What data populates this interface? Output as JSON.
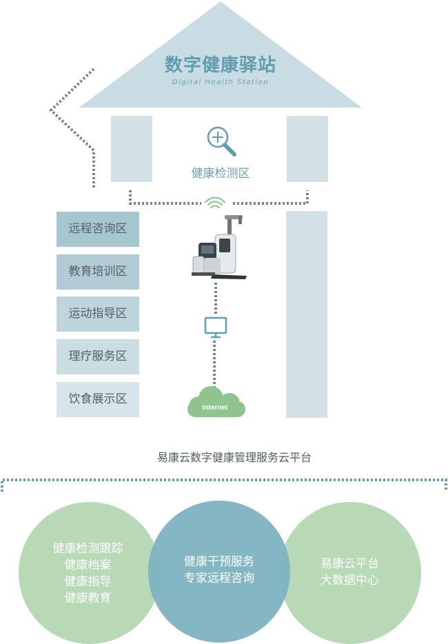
{
  "station": {
    "title_cn": "数字健康驿站",
    "title_en": "Digital Health Station",
    "detection_zone": "健康检测区",
    "zones": [
      "远程咨询区",
      "教育培训区",
      "运动指导区",
      "理疗服务区",
      "饮食展示区"
    ],
    "cloud_label": "Internet"
  },
  "platform": {
    "label": "易康云数字健康管理服务云平台"
  },
  "services": {
    "left": [
      "健康检测跟踪",
      "健康档案",
      "健康指导",
      "健康教育"
    ],
    "center": [
      "健康干预服务",
      "专家远程咨询"
    ],
    "right": [
      "易康云平台",
      "大数据中心"
    ]
  },
  "colors": {
    "roof": "#c9dce3",
    "pillar": "#d3e1e6",
    "title": "#5e9eaf",
    "zone_dark": "#a6c6d0",
    "zone_light": "#d7e4e9",
    "cloud": "#8fc491",
    "circle_green": "#b7d9b6",
    "circle_blue": "#7fb3c2",
    "dots": "#7f7f7f"
  }
}
